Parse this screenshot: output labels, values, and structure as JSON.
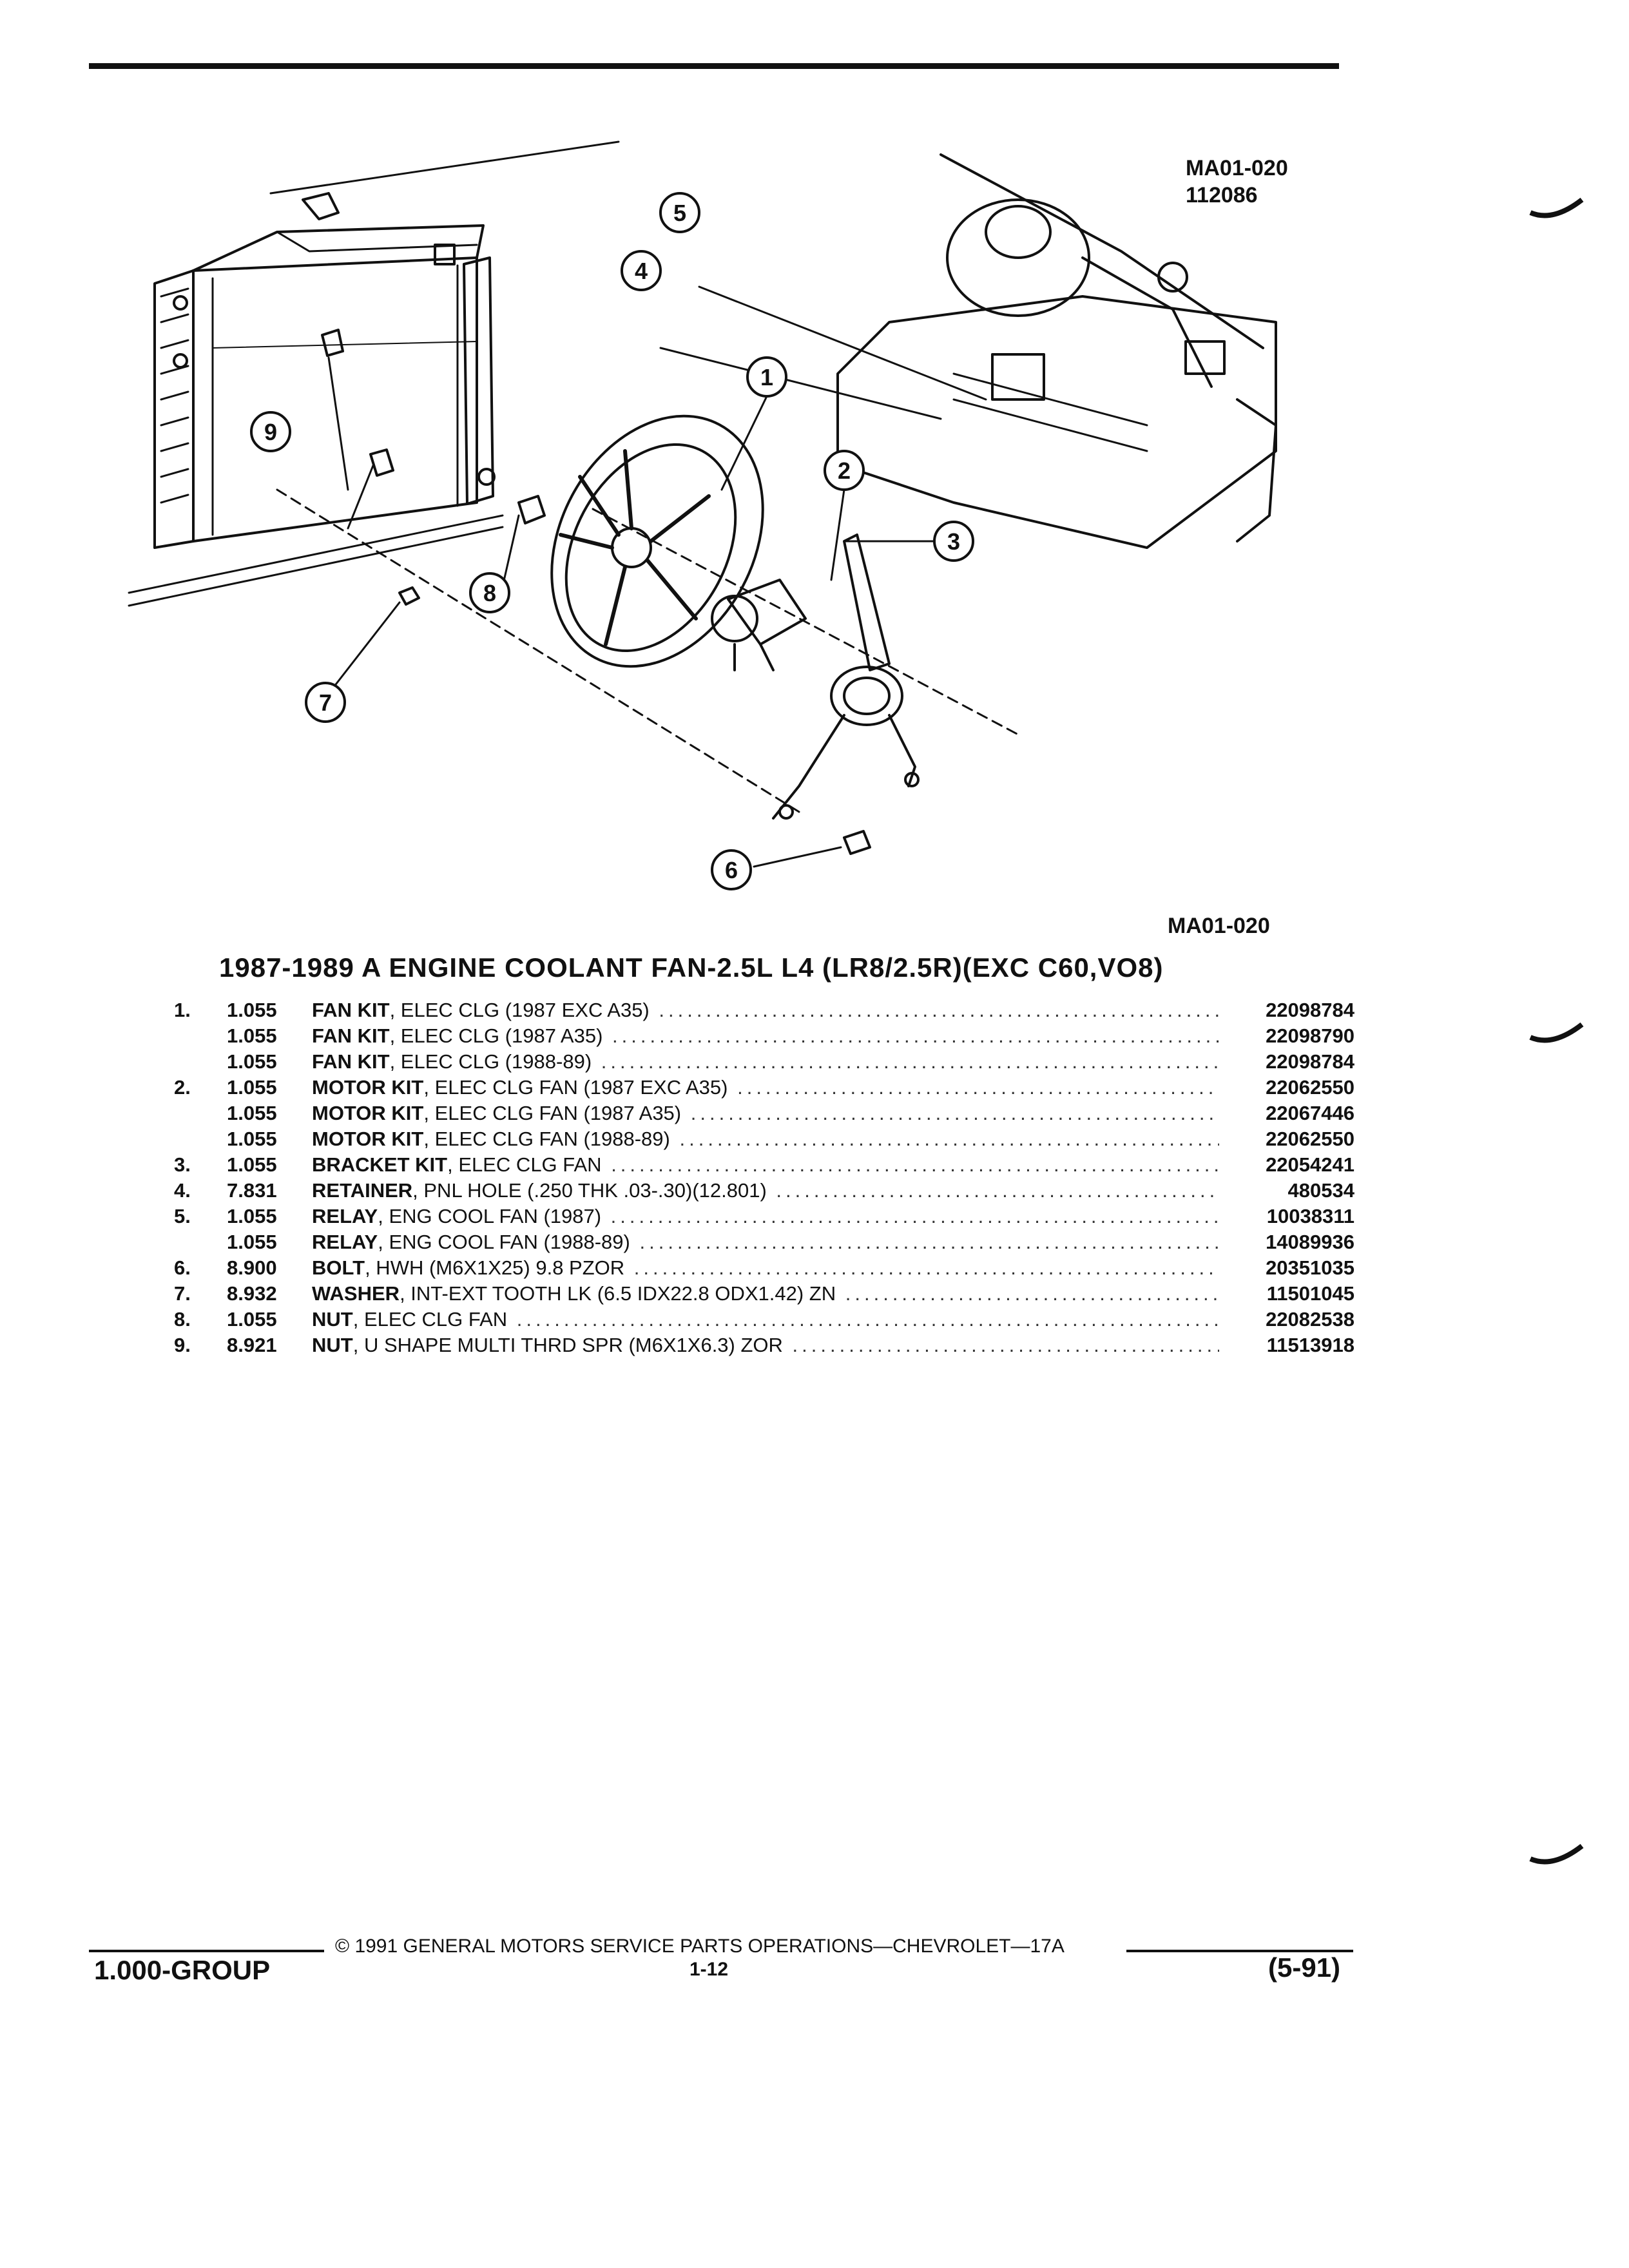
{
  "header": {
    "ref_code": "MA01-020",
    "ref_number": "112086",
    "diagram_caption": "MA01-020"
  },
  "callouts": [
    "1",
    "2",
    "3",
    "4",
    "5",
    "6",
    "7",
    "8",
    "9"
  ],
  "title": "1987-1989 A ENGINE COOLANT FAN-2.5L L4 (LR8/2.5R)(EXC C60,VO8)",
  "parts": [
    {
      "no": "1.",
      "group": "1.055",
      "name": "FAN KIT",
      "desc": ", ELEC CLG (1987 EXC A35)",
      "part": "22098784"
    },
    {
      "no": "",
      "group": "1.055",
      "name": "FAN KIT",
      "desc": ", ELEC CLG (1987 A35)",
      "part": "22098790"
    },
    {
      "no": "",
      "group": "1.055",
      "name": "FAN KIT",
      "desc": ", ELEC CLG (1988-89)",
      "part": "22098784"
    },
    {
      "no": "2.",
      "group": "1.055",
      "name": "MOTOR KIT",
      "desc": ", ELEC CLG FAN (1987 EXC A35)",
      "part": "22062550"
    },
    {
      "no": "",
      "group": "1.055",
      "name": "MOTOR KIT",
      "desc": ", ELEC CLG FAN (1987 A35)",
      "part": "22067446"
    },
    {
      "no": "",
      "group": "1.055",
      "name": "MOTOR KIT",
      "desc": ", ELEC CLG FAN (1988-89)",
      "part": "22062550"
    },
    {
      "no": "3.",
      "group": "1.055",
      "name": "BRACKET KIT",
      "desc": ", ELEC CLG FAN",
      "part": "22054241"
    },
    {
      "no": "4.",
      "group": "7.831",
      "name": "RETAINER",
      "desc": ", PNL HOLE (.250 THK .03-.30)(12.801)",
      "part": "480534"
    },
    {
      "no": "5.",
      "group": "1.055",
      "name": "RELAY",
      "desc": ", ENG COOL FAN (1987)",
      "part": "10038311"
    },
    {
      "no": "",
      "group": "1.055",
      "name": "RELAY",
      "desc": ", ENG COOL FAN (1988-89)",
      "part": "14089936"
    },
    {
      "no": "6.",
      "group": "8.900",
      "name": "BOLT",
      "desc": ", HWH (M6X1X25) 9.8 PZOR",
      "part": "20351035"
    },
    {
      "no": "7.",
      "group": "8.932",
      "name": "WASHER",
      "desc": ", INT-EXT TOOTH LK (6.5 IDX22.8 ODX1.42) ZN",
      "part": "11501045"
    },
    {
      "no": "8.",
      "group": "1.055",
      "name": "NUT",
      "desc": ", ELEC CLG FAN",
      "part": "22082538"
    },
    {
      "no": "9.",
      "group": "8.921",
      "name": "NUT",
      "desc": ", U SHAPE MULTI THRD SPR (M6X1X6.3) ZOR",
      "part": "11513918"
    }
  ],
  "footer": {
    "copyright": "© 1991 GENERAL MOTORS SERVICE PARTS OPERATIONS—CHEVROLET—17A",
    "group": "1.000-GROUP",
    "page": "1-12",
    "date": "(5-91)"
  }
}
